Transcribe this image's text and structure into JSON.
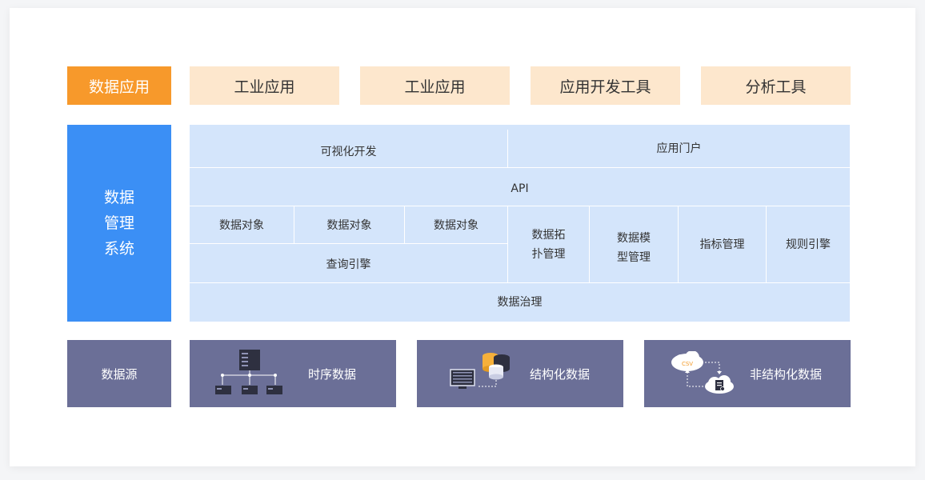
{
  "application_layer": {
    "label": "数据应用",
    "items": [
      "工业应用",
      "工业应用",
      "应用开发工具",
      "分析工具"
    ]
  },
  "management_layer": {
    "label_lines": [
      "数据",
      "管理",
      "系统"
    ],
    "visual_dev": "可视化开发",
    "app_portal": "应用门户",
    "api": "API",
    "data_objects": [
      "数据对象",
      "数据对象",
      "数据对象"
    ],
    "query_engine": "查询引擎",
    "topology_lines": [
      "数据拓",
      "扑管理"
    ],
    "model_lines": [
      "数据模",
      "型管理"
    ],
    "metric_mgmt": "指标管理",
    "rule_engine": "规则引擎",
    "governance": "数据治理"
  },
  "source_layer": {
    "label": "数据源",
    "items": [
      {
        "label": "时序数据",
        "icon": "server-network-icon"
      },
      {
        "label": "结构化数据",
        "icon": "database-computer-icon"
      },
      {
        "label": "非结构化数据",
        "icon": "cloud-csv-icon"
      }
    ],
    "csv_text": "CSV"
  },
  "colors": {
    "app_label": "#f7992b",
    "app_box": "#fde7cd",
    "mgmt_label": "#3b8ff5",
    "mgmt_area": "#d4e5fb",
    "source": "#6b6f97"
  }
}
